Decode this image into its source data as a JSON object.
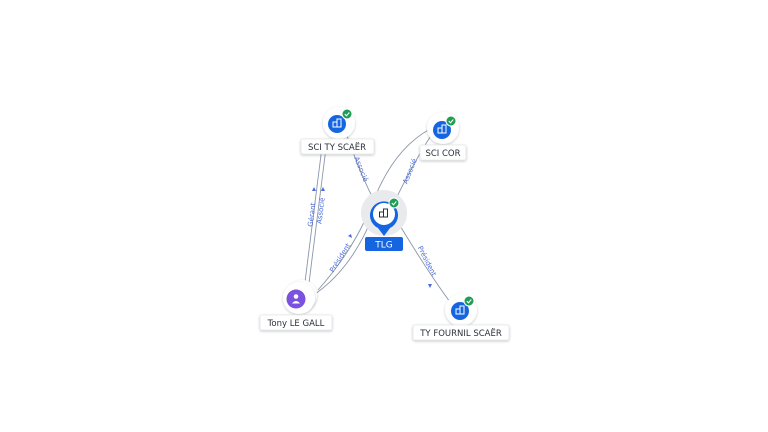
{
  "nodes": {
    "sci_ty_scaer": {
      "label": "SCI TY SCAËR",
      "icon": "building-icon",
      "verified": true
    },
    "sci_cor": {
      "label": "SCI COR",
      "icon": "building-icon",
      "verified": true
    },
    "tlg": {
      "label": "TLG",
      "icon": "building-icon",
      "verified": true
    },
    "ty_fournil_scaer": {
      "label": "TY FOURNIL SCAËR",
      "icon": "building-icon",
      "verified": true
    },
    "tony_le_gall": {
      "label": "Tony LE GALL",
      "icon": "person-icon"
    }
  },
  "edges": {
    "tony_sciTy_gerant": "Gérant",
    "tony_sciTy_associe": "Associé",
    "tlg_sciTy_associe": "Associé",
    "tlg_sciCor_associe": "Associé",
    "tony_tlg_president": "Président",
    "tlg_tyFournil_president": "Président"
  },
  "colors": {
    "company": "#1565e0",
    "person": "#7b52e0",
    "verified": "#1f9d55",
    "edge": "#8a96a8",
    "edge_label": "#4a6bd8"
  }
}
